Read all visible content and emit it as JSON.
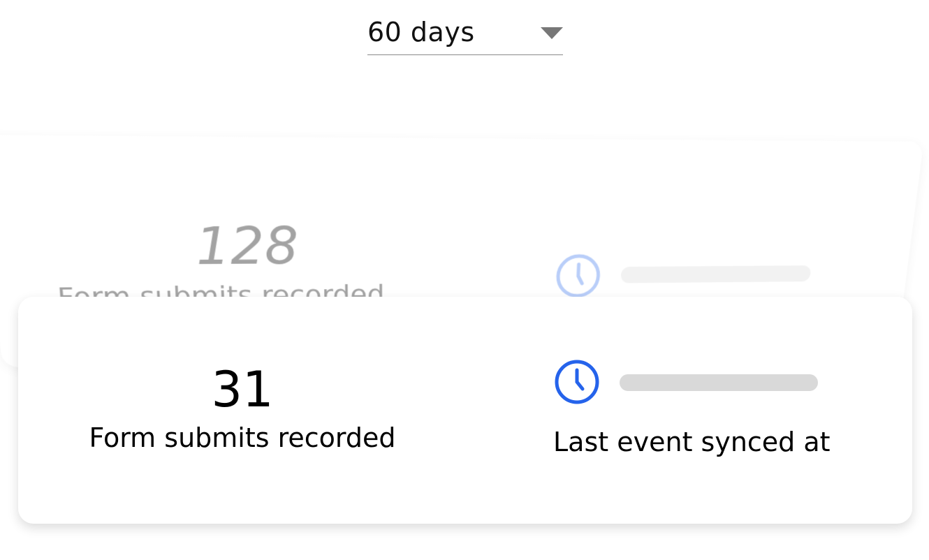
{
  "range_select": {
    "value": "60 days",
    "icon": "caret-down-icon"
  },
  "previous_card": {
    "count": "128",
    "label": "Form submits recorded",
    "icon": "clock-icon",
    "icon_color": "#8aaef5"
  },
  "current_card": {
    "count": "31",
    "count_label": "Form submits recorded",
    "sync_label": "Last event synced at",
    "icon": "clock-icon",
    "icon_color": "#2563eb"
  }
}
